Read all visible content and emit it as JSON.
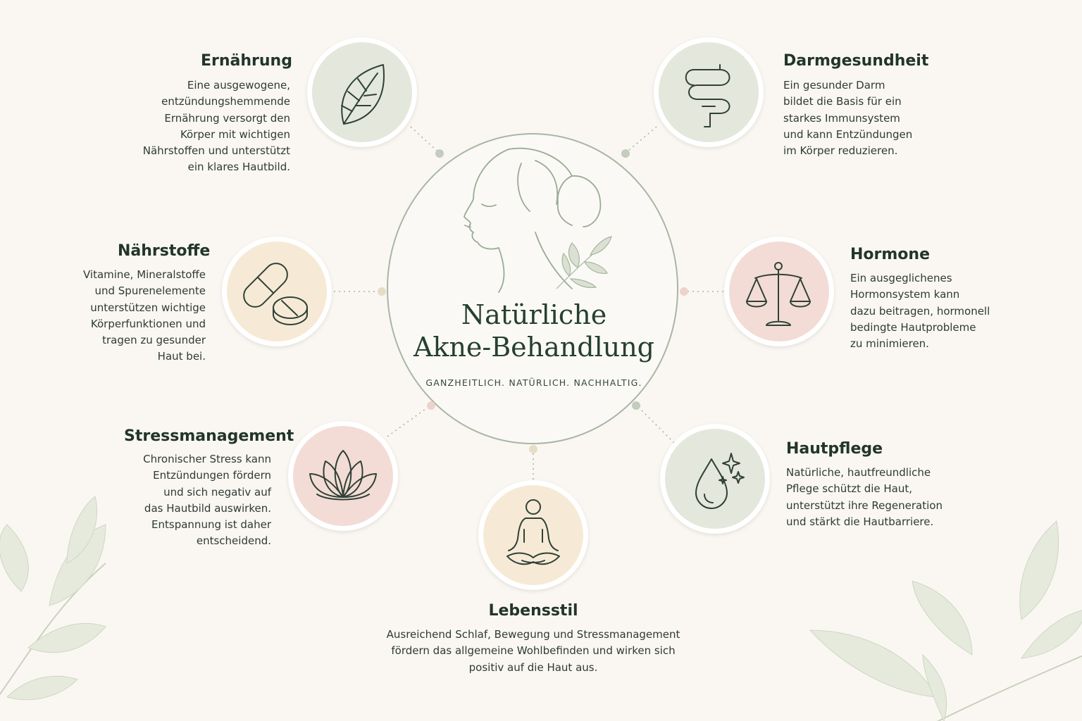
{
  "center": {
    "title_line1": "Natürliche",
    "title_line2": "Akne-Behandlung",
    "subtitle": "GANZHEITLICH. NATÜRLICH. NACHHALTIG."
  },
  "colors": {
    "background": "#faf7f3",
    "sage": "#e4e7dc",
    "cream": "#f6ead6",
    "blush": "#f3dcd6",
    "stroke": "#2f4136",
    "accent_line": "#a9b6a4"
  },
  "factors": [
    {
      "id": "ernaehrung",
      "icon": "leaf-icon",
      "color": "sage",
      "title": "Ernährung",
      "lines": [
        "Eine ausgewogene,",
        "entzündungshemmende",
        "Ernährung versorgt den",
        "Körper mit wichtigen",
        "Nährstoffen und unterstützt",
        "ein klares Hautbild."
      ]
    },
    {
      "id": "darmgesundheit",
      "icon": "intestine-icon",
      "color": "sage",
      "title": "Darmgesundheit",
      "lines": [
        "Ein gesunder Darm",
        "bildet die Basis für ein",
        "starkes Immunsystem",
        "und kann Entzündungen",
        "im Körper reduzieren."
      ]
    },
    {
      "id": "naehrstoffe",
      "icon": "pills-icon",
      "color": "cream",
      "title": "Nährstoffe",
      "lines": [
        "Vitamine, Mineralstoffe",
        "und Spurenelemente",
        "unterstützen wichtige",
        "Körperfunktionen und",
        "tragen zu gesunder",
        "Haut bei."
      ]
    },
    {
      "id": "hormone",
      "icon": "scale-icon",
      "color": "blush",
      "title": "Hormone",
      "lines": [
        "Ein ausgeglichenes",
        "Hormonsystem kann",
        "dazu beitragen, hormonell",
        "bedingte Hautprobleme",
        "zu minimieren."
      ]
    },
    {
      "id": "stressmanagement",
      "icon": "lotus-icon",
      "color": "blush",
      "title": "Stressmanagement",
      "lines": [
        "Chronischer Stress kann",
        "Entzündungen fördern",
        "und sich negativ auf",
        "das Hautbild auswirken.",
        "Entspannung ist daher",
        "entscheidend."
      ]
    },
    {
      "id": "hautpflege",
      "icon": "droplet-icon",
      "color": "sage",
      "title": "Hautpflege",
      "lines": [
        "Natürliche, hautfreundliche",
        "Pflege schützt die Haut,",
        "unterstützt ihre Regeneration",
        "und stärkt die Hautbarriere."
      ]
    },
    {
      "id": "lebensstil",
      "icon": "meditation-icon",
      "color": "cream",
      "title": "Lebensstil",
      "lines": [
        "Ausreichend Schlaf, Bewegung und Stressmanagement",
        "fördern das allgemeine Wohlbefinden und wirken sich",
        "positiv auf die Haut aus."
      ]
    }
  ]
}
